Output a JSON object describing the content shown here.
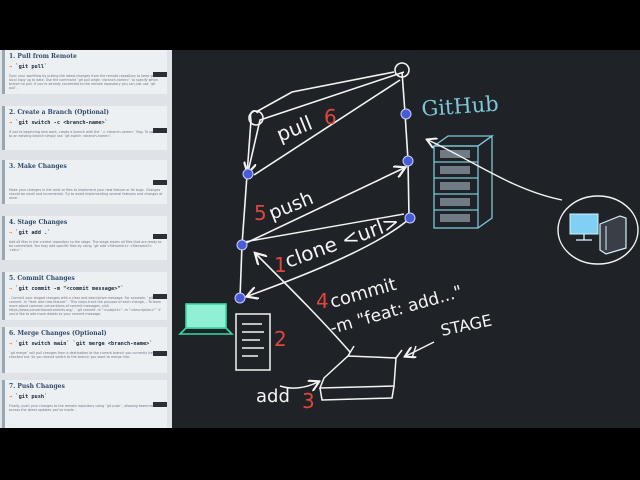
{
  "notes": {
    "cards": [
      {
        "title": "1. Pull from Remote",
        "cmd": "`git pull`",
        "desc": "Sync your workflow by pulling the latest changes from the remote repository to keep your local copy up to date. Use the command `git pull origin <branch-name>` to specify which branch to pull. If you're already connected to the remote repository you can just use `git pull`."
      },
      {
        "title": "2. Create a Branch (Optional)",
        "cmd": "`git switch -c <branch-name>`",
        "desc": "If you're beginning new work, create a branch with the `-c <branch-name>` flag. To switch to an existing branch simply use `git switch <branch-name>`."
      },
      {
        "title": "3. Make Changes",
        "cmd": "",
        "desc": "Make your changes in the code or files to implement your new feature or fix bugs. Changes should be small and incremental. Try to avoid implementing several features and changes at once."
      },
      {
        "title": "4. Stage Changes",
        "cmd": "`git add .`",
        "desc": "Add all files in the current repository to the stage. The stage stores all files that are ready to be committed. You may add specific files by using `git add <filename1> <filename2> <etc>`."
      },
      {
        "title": "5. Commit Changes",
        "cmd": "`git commit -m \"<commit message>\"`",
        "desc": "- Commit your staged changes with a clear and descriptive message. For example, `git commit -m \"feat: add new feature\"`. This helps track the purpose of each change. - To learn more about common conventions of commit messages, visit https://www.conventionalcommits.org/ - `git commit -m \"<subject>\" -m \"<description>\"` if you'd like to add more details to your commit message."
      },
      {
        "title": "6. Merge Changes (Optional)",
        "cmd": "`git switch main` `git merge <branch-name>`",
        "desc": "`git merge` will pull changes from a destination to the current branch you currently have checked out. So you should switch to the branch you want to merge into."
      },
      {
        "title": "7. Push Changes",
        "cmd": "`git push`",
        "desc": "Finally, push your changes to the remote repository using `git push`, allowing teammates to access the latest updates you've made."
      }
    ]
  },
  "diagram": {
    "github_label": "GitHub",
    "pull_label": "pull",
    "pull_step": "6",
    "push_label": "push",
    "push_step": "5",
    "clone_label": "clone <url>",
    "clone_step": "1",
    "file_step": "2",
    "add_label": "add",
    "add_step": "3",
    "commit_label": "commit",
    "commit_msg": "-m \"feat: add...\"",
    "commit_step": "4",
    "stage_label": "STAGE",
    "colors": {
      "chalk": "#f4f4f4",
      "step": "#e0453f",
      "node": "#4a5bd6",
      "github": "#7ec6d8",
      "laptop": "#3fd7a6",
      "monitor": "#7fd0f2"
    }
  }
}
